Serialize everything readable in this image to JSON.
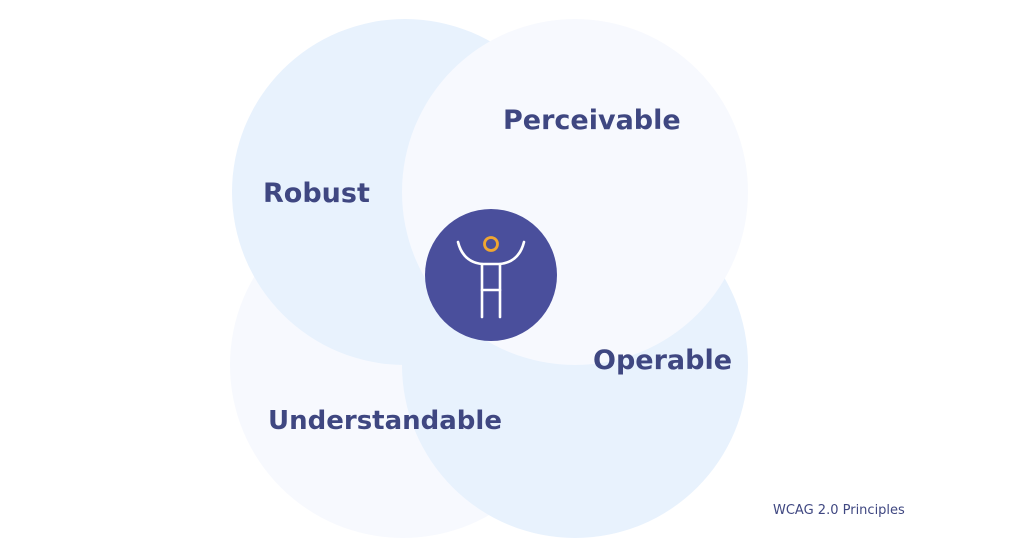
{
  "principles": {
    "perceivable": "Perceivable",
    "robust": "Robust",
    "operable": "Operable",
    "understandable": "Understandable"
  },
  "caption": "WCAG 2.0 Principles",
  "icon": "accessibility-person-icon",
  "colors": {
    "circle_light": "#f7f9fe",
    "circle_blue": "#e8f2fd",
    "center_badge": "#4a4f9c",
    "text": "#3f4781",
    "icon_head": "#f0a631"
  }
}
